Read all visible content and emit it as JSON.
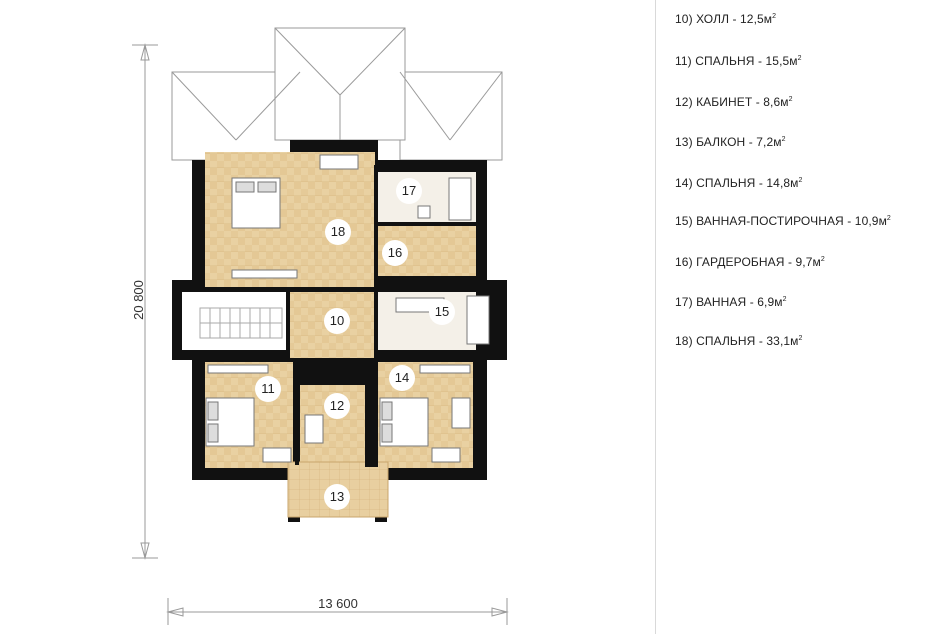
{
  "dimensions": {
    "vertical": "20 800",
    "horizontal": "13 600"
  },
  "rooms": [
    {
      "number": "10",
      "name": "ХОЛЛ",
      "area": "12,5",
      "unit": "м",
      "sup": "2"
    },
    {
      "number": "11",
      "name": "СПАЛЬНЯ",
      "area": "15,5",
      "unit": "м",
      "sup": "2"
    },
    {
      "number": "12",
      "name": "КАБИНЕТ",
      "area": "8,6",
      "unit": "м",
      "sup": "2"
    },
    {
      "number": "13",
      "name": "БАЛКОН",
      "area": "7,2",
      "unit": "м",
      "sup": "2"
    },
    {
      "number": "14",
      "name": "СПАЛЬНЯ",
      "area": "14,8",
      "unit": "м",
      "sup": "2"
    },
    {
      "number": "15",
      "name": "ВАННАЯ-ПОСТИРОЧНАЯ",
      "area": "10,9",
      "unit": "м",
      "sup": "2"
    },
    {
      "number": "16",
      "name": "ГАРДЕРОБНАЯ",
      "area": "9,7",
      "unit": "м",
      "sup": "2"
    },
    {
      "number": "17",
      "name": "ВАННАЯ",
      "area": "6,9",
      "unit": "м",
      "sup": "2"
    },
    {
      "number": "18",
      "name": "СПАЛЬНЯ",
      "area": "33,1",
      "unit": "м",
      "sup": "2"
    }
  ],
  "colors": {
    "wall": "#111111",
    "floor": "#e8cf9e",
    "floor_dark": "#d9b97f",
    "roof": "#ffffff",
    "roof_line": "#9a9a9a",
    "balcony": "#e3c99a"
  }
}
